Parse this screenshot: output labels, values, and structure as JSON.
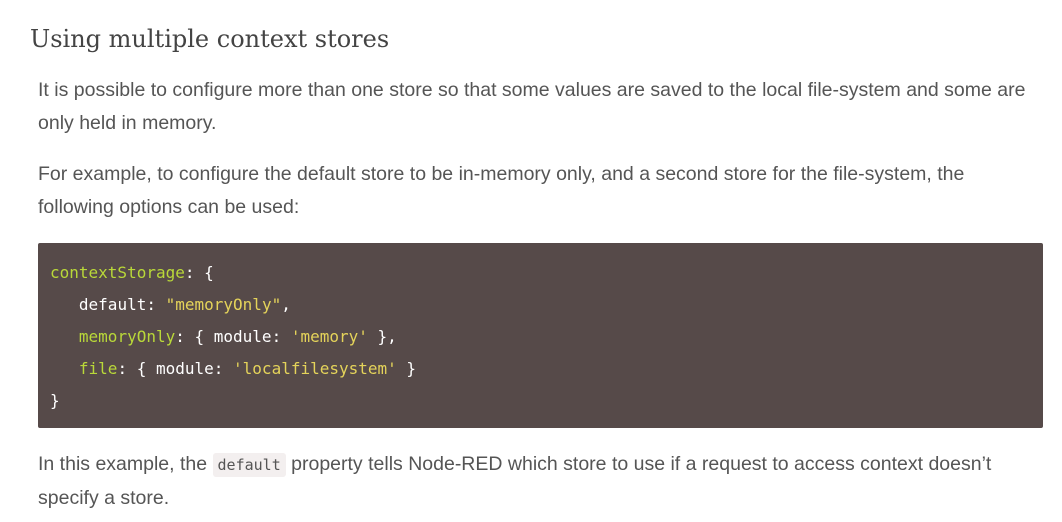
{
  "section": {
    "heading": "Using multiple context stores"
  },
  "paragraphs": {
    "p1": "It is possible to configure more than one store so that some values are saved to the local file-system and some are only held in memory.",
    "p2": "For example, to configure the default store to be in-memory only, and a second store for the file-system, the following options can be used:",
    "p3_before": "In this example, the ",
    "p3_code": "default",
    "p3_after": " property tells Node-RED which store to use if a request to access context doesn’t specify a store."
  },
  "code": {
    "line1": {
      "key": "contextStorage",
      "rest": ": {"
    },
    "line2": {
      "indent": "   ",
      "key": "default",
      "mid": ": ",
      "str": "\"memoryOnly\"",
      "end": ","
    },
    "line3": {
      "indent": "   ",
      "key": "memoryOnly",
      "mid": ": { module: ",
      "str": "'memory'",
      "end": " },"
    },
    "line4": {
      "indent": "   ",
      "key": "file",
      "mid": ": { module: ",
      "str": "'localfilesystem'",
      "end": " }"
    },
    "line5": {
      "text": "}"
    }
  },
  "colors": {
    "code_background": "#564a49",
    "code_key": "#b9d839",
    "code_string": "#e4d35a",
    "inline_code_background": "#f3efef"
  }
}
